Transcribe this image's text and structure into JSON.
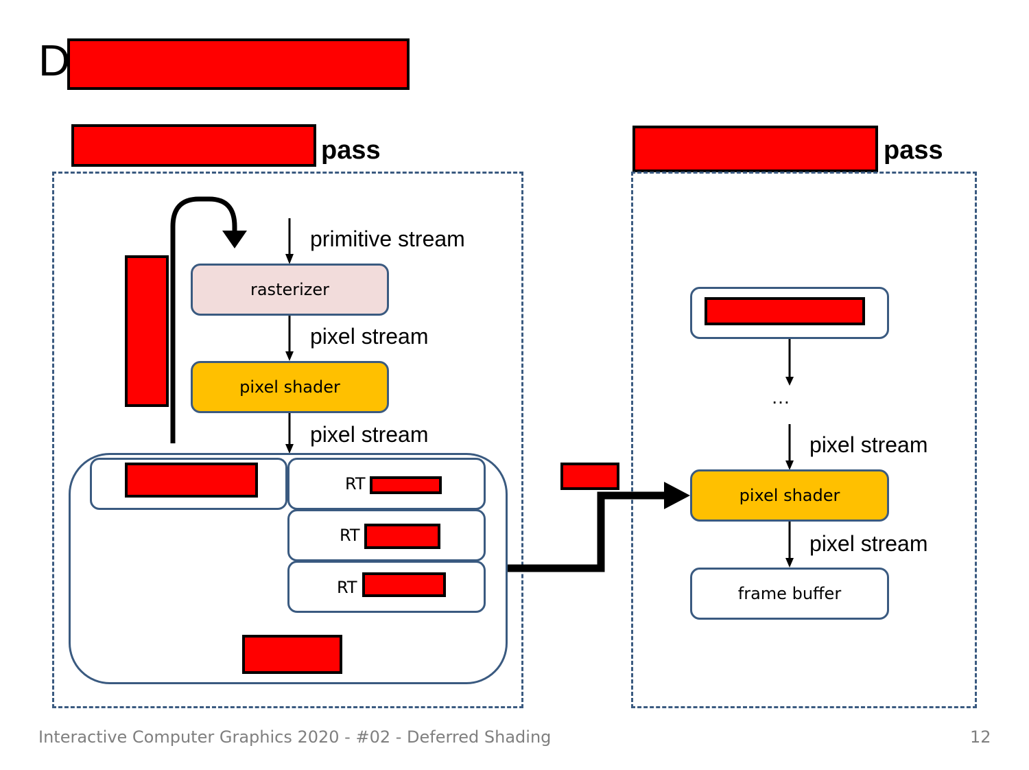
{
  "title": {
    "visible_prefix": "D"
  },
  "passes": [
    {
      "suffix": "pass"
    },
    {
      "suffix": "pass"
    }
  ],
  "left_pass": {
    "top_stream": "primitive stream",
    "rasterizer": "rasterizer",
    "stream_after_rasterizer": "pixel stream",
    "pixel_shader": "pixel shader",
    "stream_after_shader": "pixel stream",
    "render_targets": [
      "RT",
      "RT",
      "RT"
    ]
  },
  "right_pass": {
    "ellipsis": "…",
    "stream_before_shader": "pixel stream",
    "pixel_shader": "pixel shader",
    "stream_after_shader": "pixel stream",
    "frame_buffer": "frame buffer"
  },
  "colors": {
    "rasterizer_fill": "#f2dcdb",
    "shader_fill": "#ffc000",
    "outline": "#3a5a80",
    "redaction": "#ff0000"
  },
  "footer": {
    "left": "Interactive Computer Graphics 2020 - #02 - Deferred Shading",
    "page": "12"
  }
}
